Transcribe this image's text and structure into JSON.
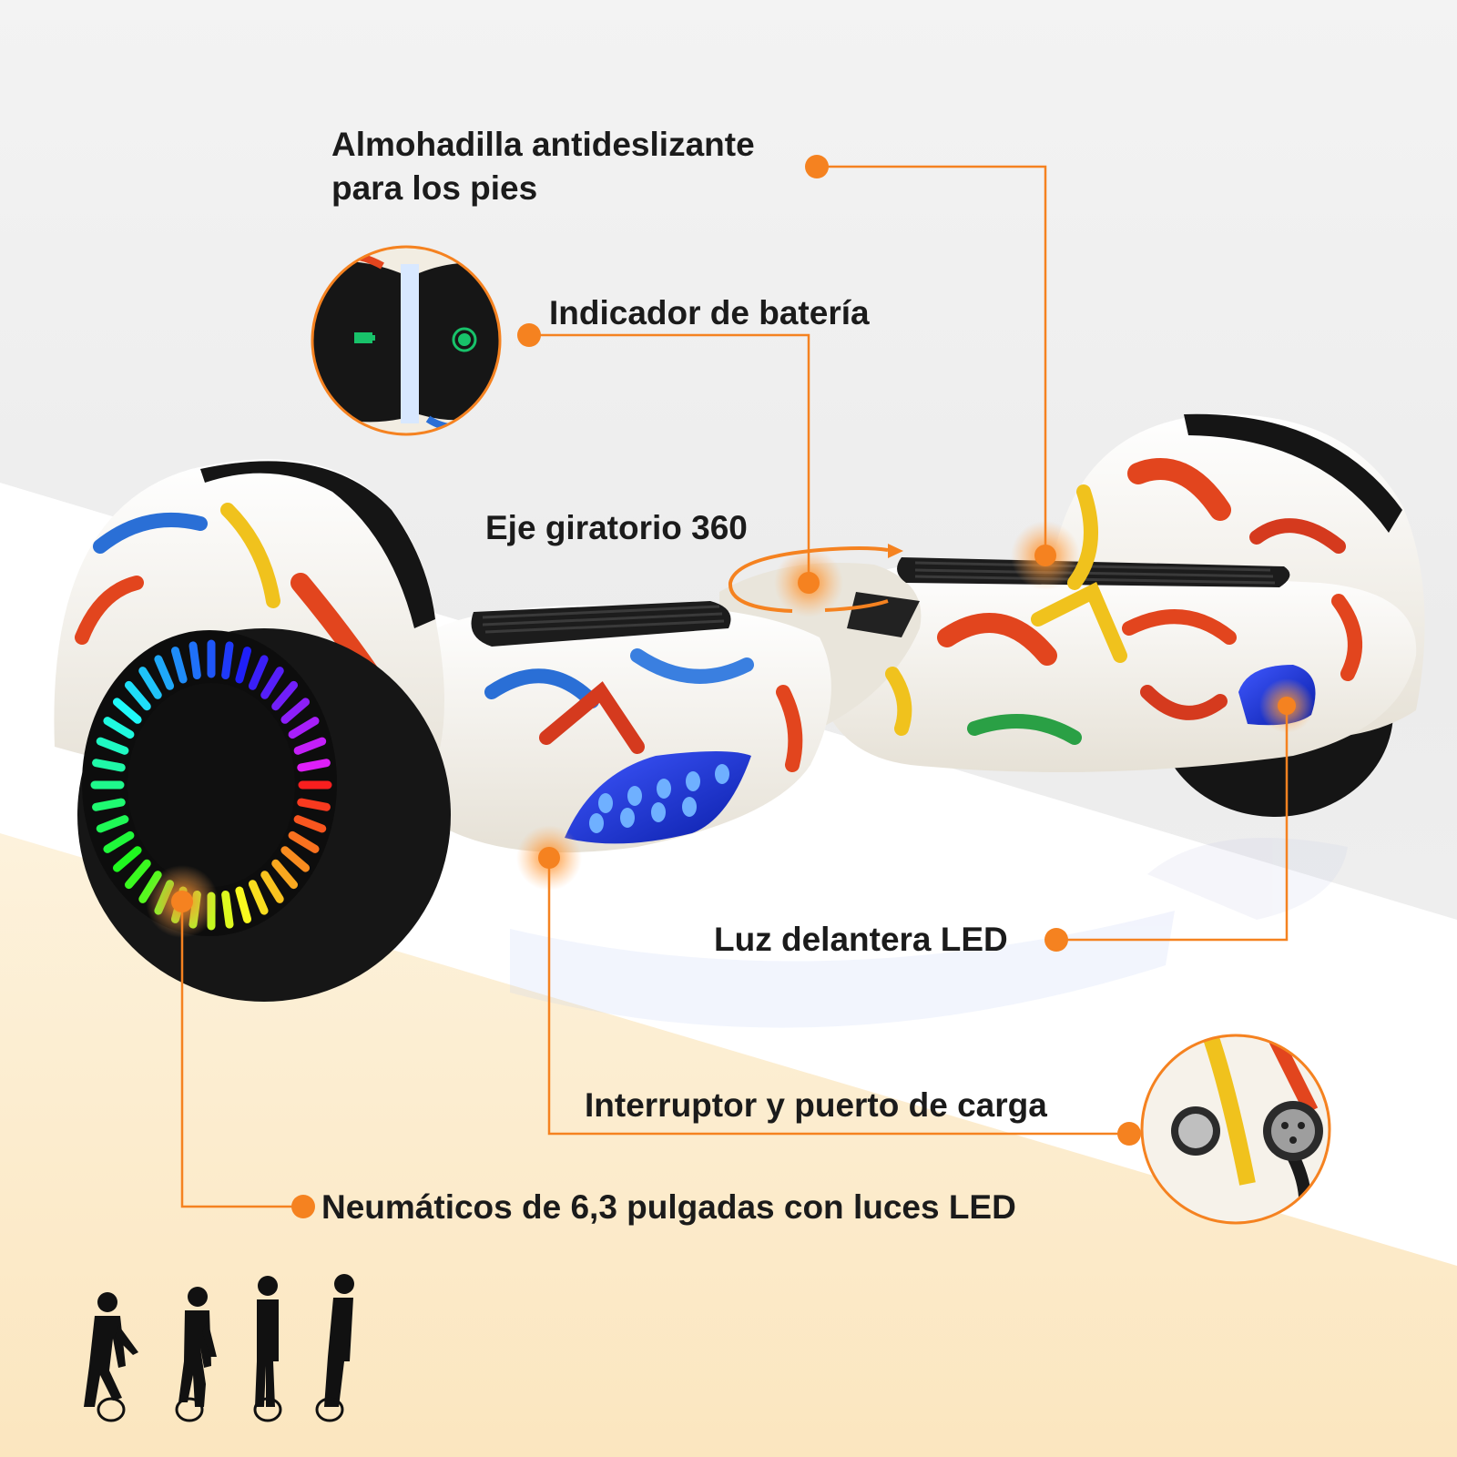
{
  "labels": {
    "foot_pad_line1": "Almohadilla antideslizante",
    "foot_pad_line2": "para los pies",
    "battery_indicator": "Indicador de batería",
    "rotating_axle": "Eje giratorio 360",
    "led_headlight": "Luz delantera LED",
    "switch_charge_port": "Interruptor y puerto de carga",
    "tires_led": "Neumáticos de 6,3 pulgadas con luces LED"
  },
  "colors": {
    "accent": "#F58220",
    "text": "#1B1B1B",
    "deck_white": "#F4F1EA",
    "tire_black": "#161616",
    "led_blue": "#1F3BFF",
    "background_cream": "#FCEFD6"
  },
  "icons": [
    "battery-led-icon",
    "power-led-icon",
    "rotation-arrow-icon",
    "rider-silhouette-icon"
  ]
}
